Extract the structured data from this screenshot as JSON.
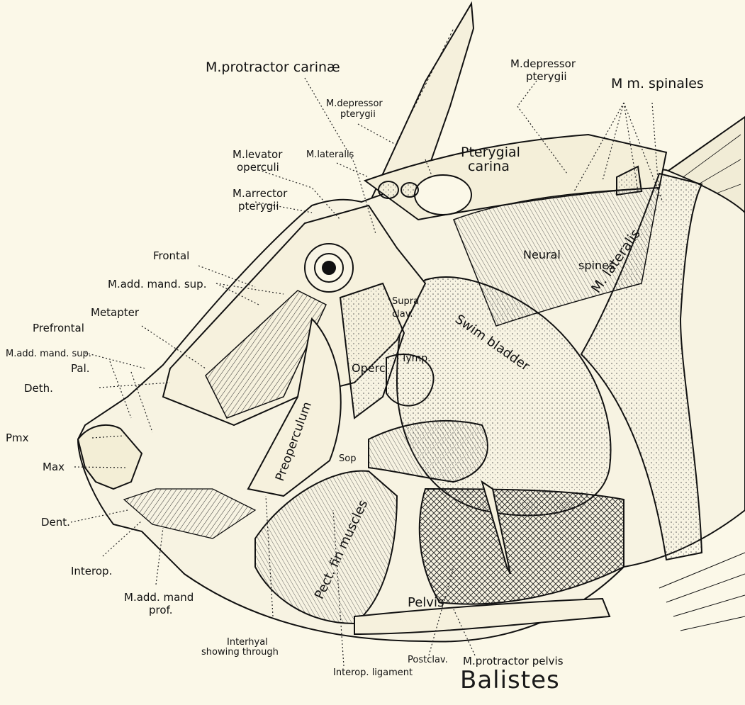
{
  "figure": {
    "caption": "Balistes"
  },
  "labels": {
    "protractor_carinae": "M.protractor carinæ",
    "depressor_pterygii_top_1": "M.depressor",
    "depressor_pterygii_top_2": "pterygii",
    "mm_spinales": "M m. spinales",
    "depressor_pterygii_mid_1": "M.depressor",
    "depressor_pterygii_mid_2": "pterygii",
    "levator_operculi_1": "M.levator",
    "levator_operculi_2": "operculi",
    "m_lateralis_top": "M.lateralis",
    "pterygial_carina_1": "Pterygial",
    "pterygial_carina_2": "carina",
    "arrector_pterygii_1": "M.arrector",
    "arrector_pterygii_2": "pterygii",
    "frontal": "Frontal",
    "add_mand_sup": "M.add. mand. sup.",
    "metapter": "Metapter",
    "prefrontal": "Prefrontal",
    "add_mand_sup_2": "M.add. mand. sup.",
    "pal": "Pal.",
    "deth": "Deth.",
    "pmx": "Pmx",
    "max": "Max",
    "dent": "Dent.",
    "interop": "Interop.",
    "add_mand_prof_1": "M.add. mand",
    "add_mand_prof_2": "prof.",
    "interhyal_1": "Interhyal",
    "interhyal_2": "showing through",
    "interop_ligament": "Interop. ligament",
    "postclav": "Postclav.",
    "protractor_pelvis": "M.protractor pelvis"
  },
  "inner_labels": {
    "neural_spines_1": "Neural",
    "neural_spines_2": "spines",
    "m_lateralis_body": "M. lateralis",
    "supra_clav_1": "Supra",
    "supra_clav_2": "clav.",
    "swim_bladder": "Swim bladder",
    "operc": "Operc",
    "tymp": "Tymp.",
    "preoperculum": "Preoperculum",
    "sop": "Sop",
    "pect_fin_muscles": "Pect. fin muscles",
    "pelvis": "Pelvis"
  }
}
